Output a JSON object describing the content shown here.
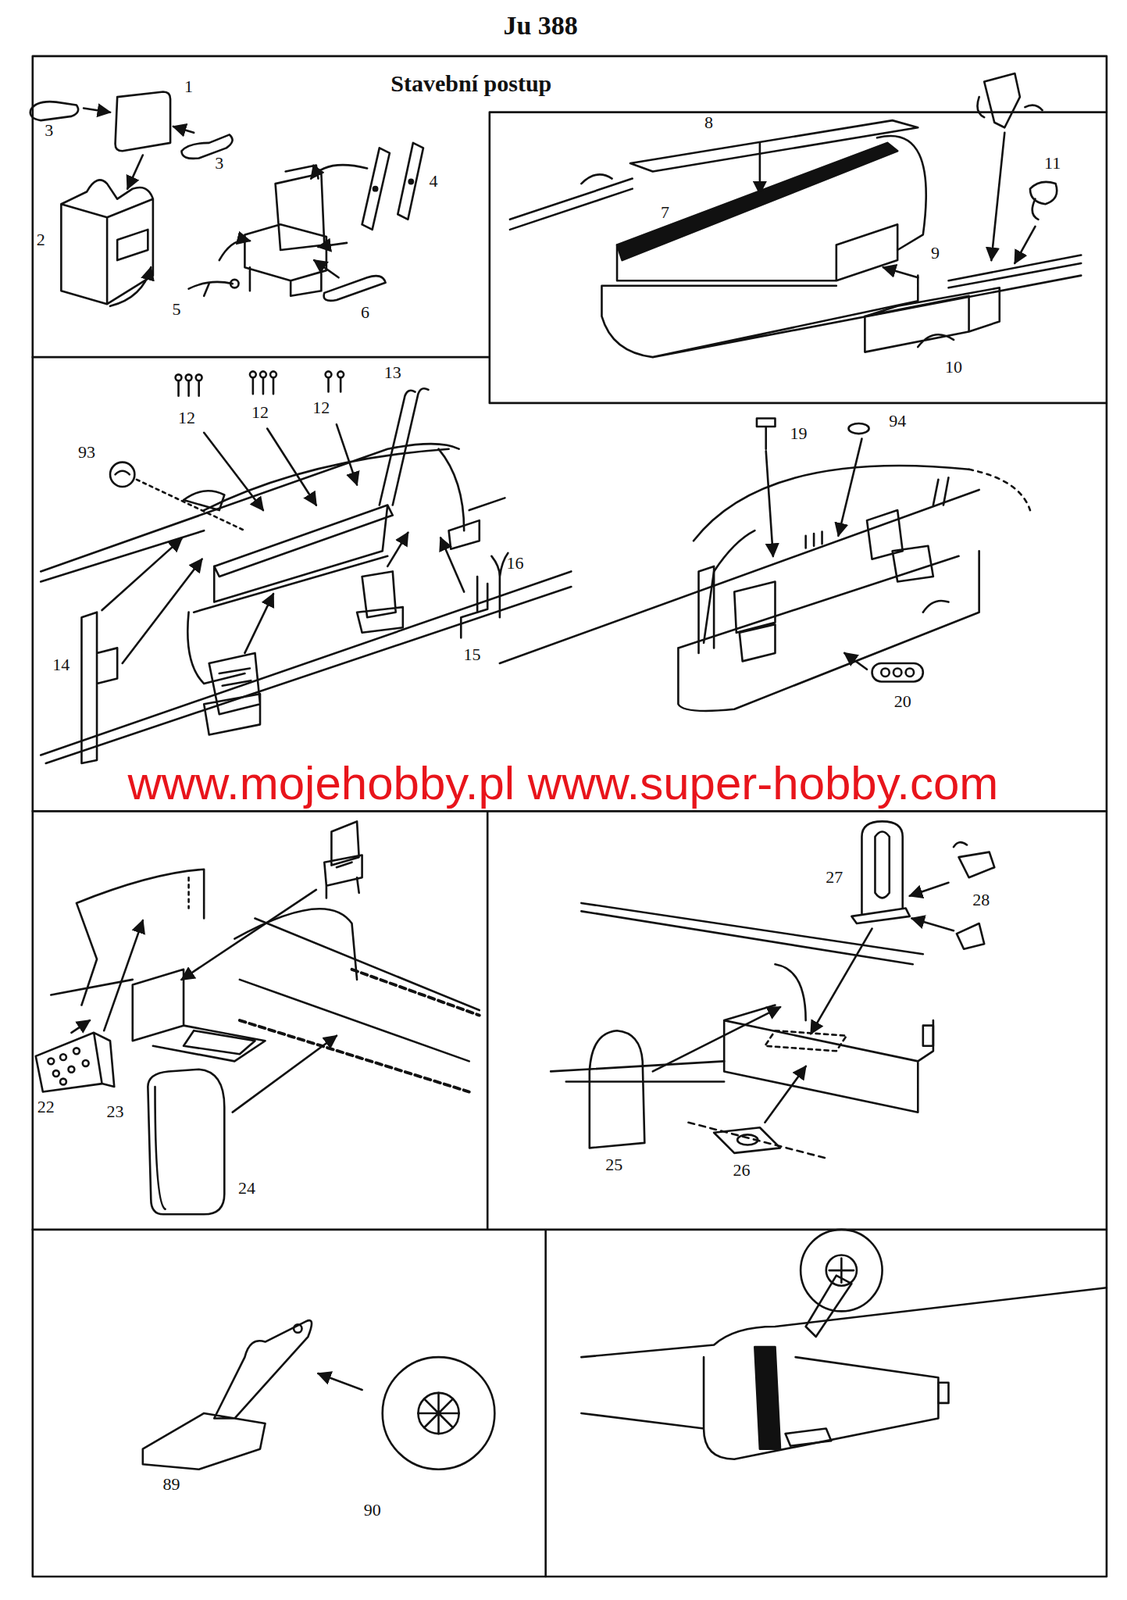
{
  "diagram": {
    "title": "Ju 388",
    "labels": [
      "Stavební postup",
      "1",
      "3",
      "3",
      "2",
      "4",
      "5",
      "6",
      "8",
      "11",
      "7",
      "9",
      "10",
      "13",
      "12",
      "12",
      "12",
      "19",
      "94",
      "93",
      "16",
      "15",
      "14",
      "20",
      "www.mojehobby.pl www.super-hobby.com",
      "27",
      "28",
      "22",
      "23",
      "25",
      "26",
      "24",
      "89",
      "90"
    ]
  }
}
